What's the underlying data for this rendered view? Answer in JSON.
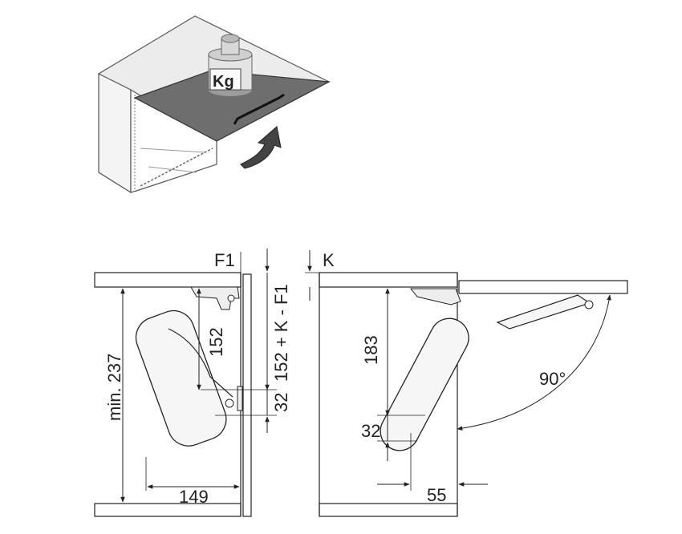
{
  "illustration": {
    "weight_label": "Kg"
  },
  "left_view": {
    "label_F1": "F1",
    "label_min_height": "min. 237",
    "label_152": "152",
    "label_152_formula": "152 + K - F1",
    "label_32": "32",
    "label_149": "149"
  },
  "right_view": {
    "label_K": "K",
    "label_183": "183",
    "label_32": "32",
    "label_55": "55",
    "label_angle": "90°"
  }
}
